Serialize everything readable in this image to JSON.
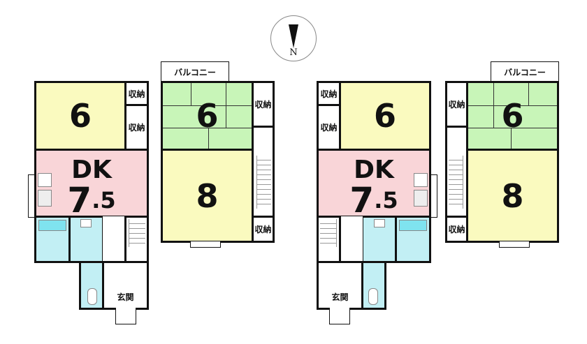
{
  "compass": {
    "label": "N"
  },
  "units": [
    {
      "floor1": {
        "room_western": "6",
        "storage_top": "収納",
        "storage_bottom": "収納",
        "dk_label": "DK",
        "dk_size_int": "7",
        "dk_size_dec": ".5",
        "entrance": "玄関"
      },
      "floor2": {
        "balcony": "バルコニー",
        "room_tatami": "6",
        "room_western": "8",
        "storage_top": "収納",
        "storage_bottom": "収納"
      }
    },
    {
      "floor1": {
        "room_western": "6",
        "storage_top": "収納",
        "storage_bottom": "収納",
        "dk_label": "DK",
        "dk_size_int": "7",
        "dk_size_dec": ".5",
        "entrance": "玄関"
      },
      "floor2": {
        "balcony": "バルコニー",
        "room_tatami": "6",
        "room_western": "8",
        "storage_top": "収納",
        "storage_bottom": "収納"
      }
    }
  ]
}
